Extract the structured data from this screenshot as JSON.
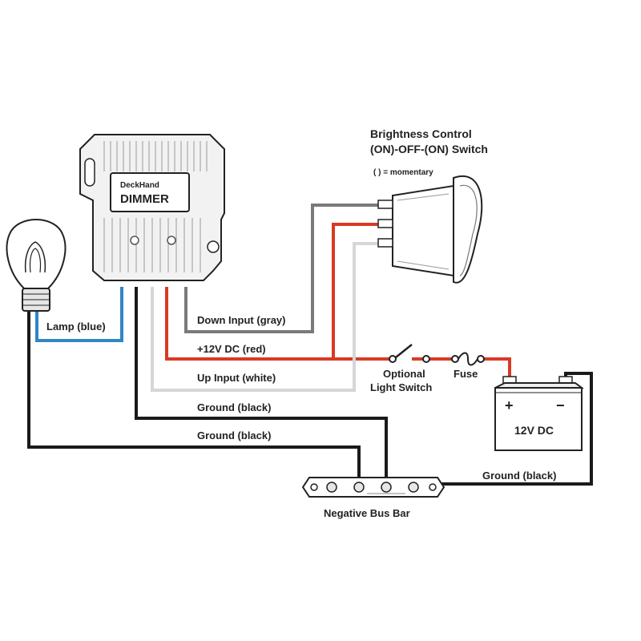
{
  "title": {
    "line1": "Brightness Control",
    "line2": "(ON)-OFF-(ON) Switch",
    "note": "( ) = momentary"
  },
  "dimmer": {
    "brand": "DeckHand",
    "name": "DIMMER"
  },
  "wires": {
    "lamp": "Lamp (blue)",
    "down_input": "Down Input (gray)",
    "power": "+12V DC (red)",
    "up_input": "Up Input (white)",
    "ground_1": "Ground (black)",
    "ground_2": "Ground (black)",
    "ground_3": "Ground (black)"
  },
  "components": {
    "light_switch_line1": "Optional",
    "light_switch_line2": "Light Switch",
    "fuse": "Fuse",
    "battery": "12V DC",
    "battery_plus": "+",
    "battery_minus": "−",
    "bus_bar": "Negative Bus Bar"
  },
  "colors": {
    "red_wire": "#d93a25",
    "gray_wire": "#7a7a7a",
    "white_wire": "#d6d6d6",
    "blue_wire": "#2f86c6",
    "black_wire": "#1a1a1a"
  }
}
